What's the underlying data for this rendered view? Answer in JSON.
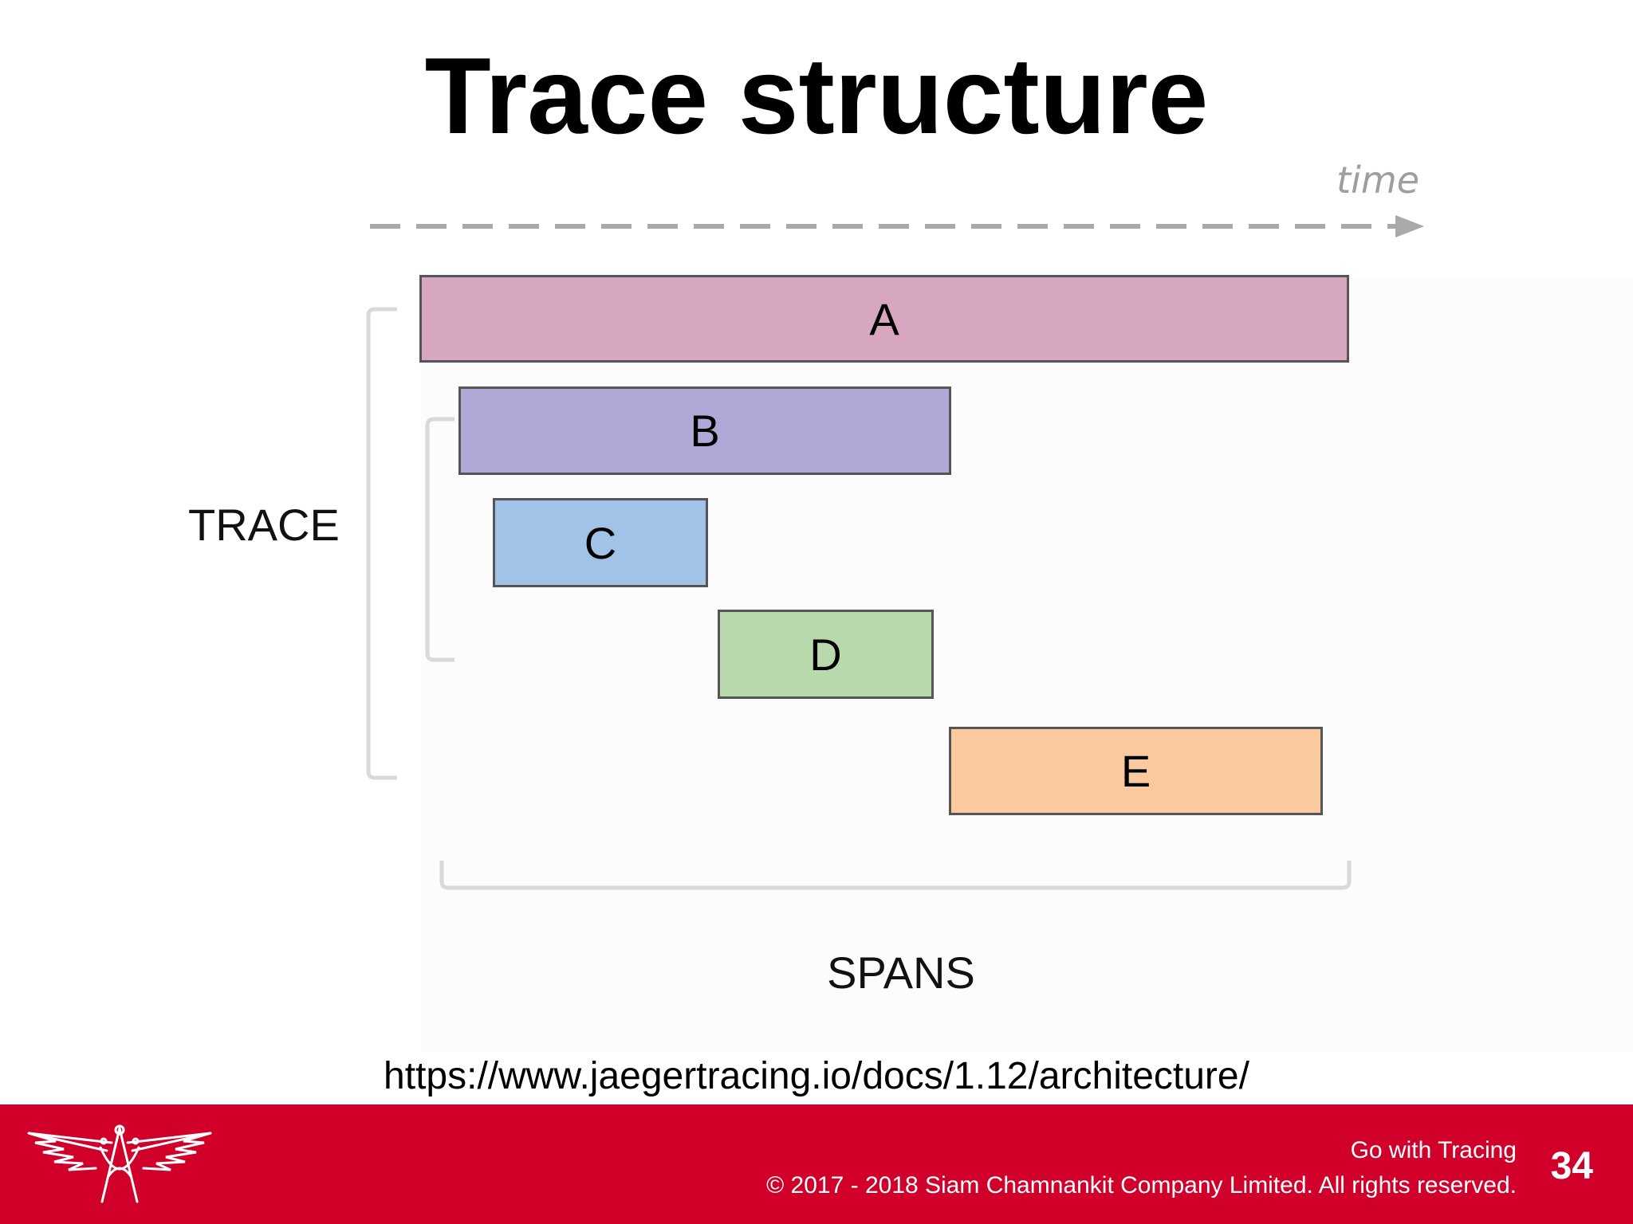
{
  "slide": {
    "title": "Trace structure",
    "url": "https://www.jaegertracing.io/docs/1.12/architecture/"
  },
  "diagram": {
    "time_label": "time",
    "trace_label": "TRACE",
    "spans_label": "SPANS",
    "spans": [
      {
        "label": "A",
        "color": "#d7a6c1"
      },
      {
        "label": "B",
        "color": "#b0a8d6"
      },
      {
        "label": "C",
        "color": "#a2c3e8"
      },
      {
        "label": "D",
        "color": "#b8d9ab"
      },
      {
        "label": "E",
        "color": "#fac99d"
      }
    ]
  },
  "footer": {
    "title": "Go with Tracing",
    "copyright": "© 2017 - 2018 Siam Chamnankit Company Limited. All rights reserved.",
    "page_number": "34",
    "color": "#d0002a"
  }
}
